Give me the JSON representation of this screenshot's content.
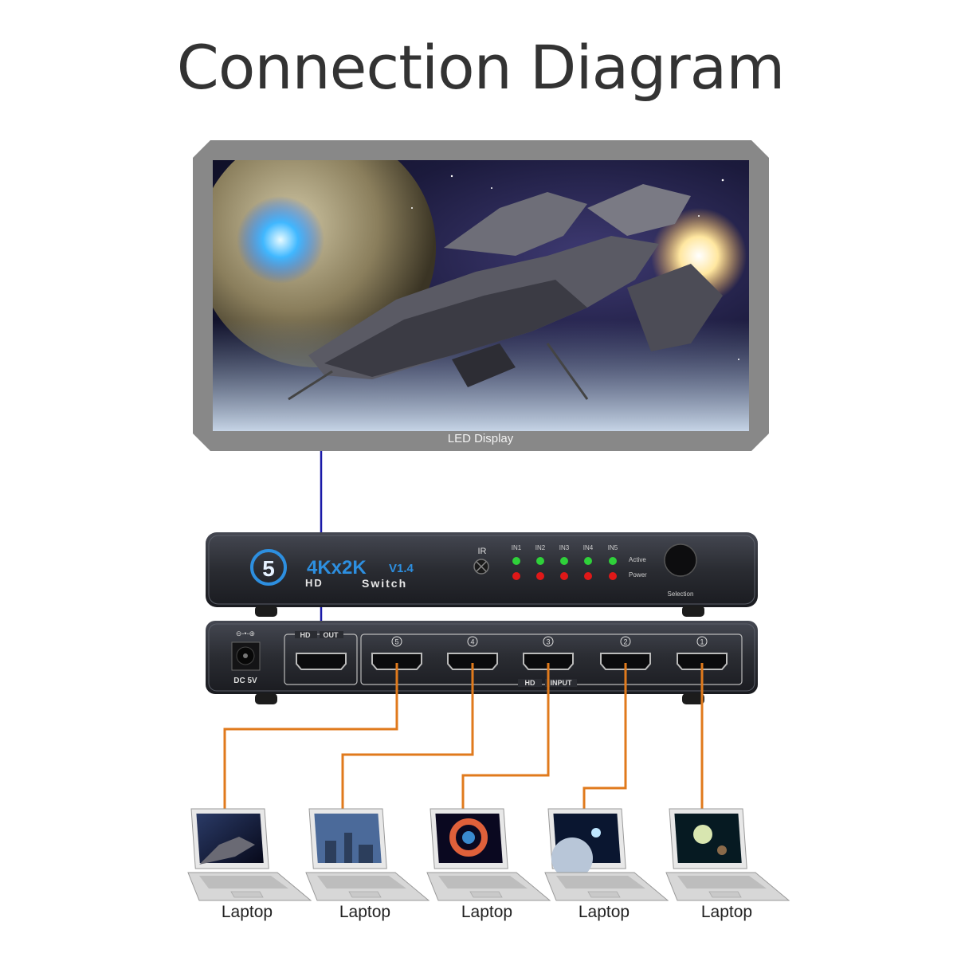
{
  "title": "Connection Diagram",
  "display": {
    "label": "LED Display"
  },
  "front_panel": {
    "badge_number": "5",
    "model_line1": "4Kx2K",
    "model_version": "V1.4",
    "model_hd": "HD",
    "model_switch": "Switch",
    "ir_label": "IR",
    "inputs": [
      "IN1",
      "IN2",
      "IN3",
      "IN4",
      "IN5"
    ],
    "active_label": "Active",
    "power_label": "Power",
    "selection_label": "Selection"
  },
  "back_panel": {
    "dc_label": "DC 5V",
    "hd_out_label_hd": "HD",
    "hd_out_label_out": "OUT",
    "hd_input_label_hd": "HD",
    "hd_input_label_input": "INPUT",
    "port_numbers": [
      "5",
      "4",
      "3",
      "2",
      "1"
    ]
  },
  "laptops": [
    {
      "label": "Laptop"
    },
    {
      "label": "Laptop"
    },
    {
      "label": "Laptop"
    },
    {
      "label": "Laptop"
    },
    {
      "label": "Laptop"
    }
  ],
  "colors": {
    "output_cable": "#1a1aa8",
    "input_cable": "#e07a1c",
    "device_body": "#2a2c32",
    "led_green": "#2fd13a",
    "led_red": "#e01818",
    "accent_blue": "#2d8fe0"
  }
}
